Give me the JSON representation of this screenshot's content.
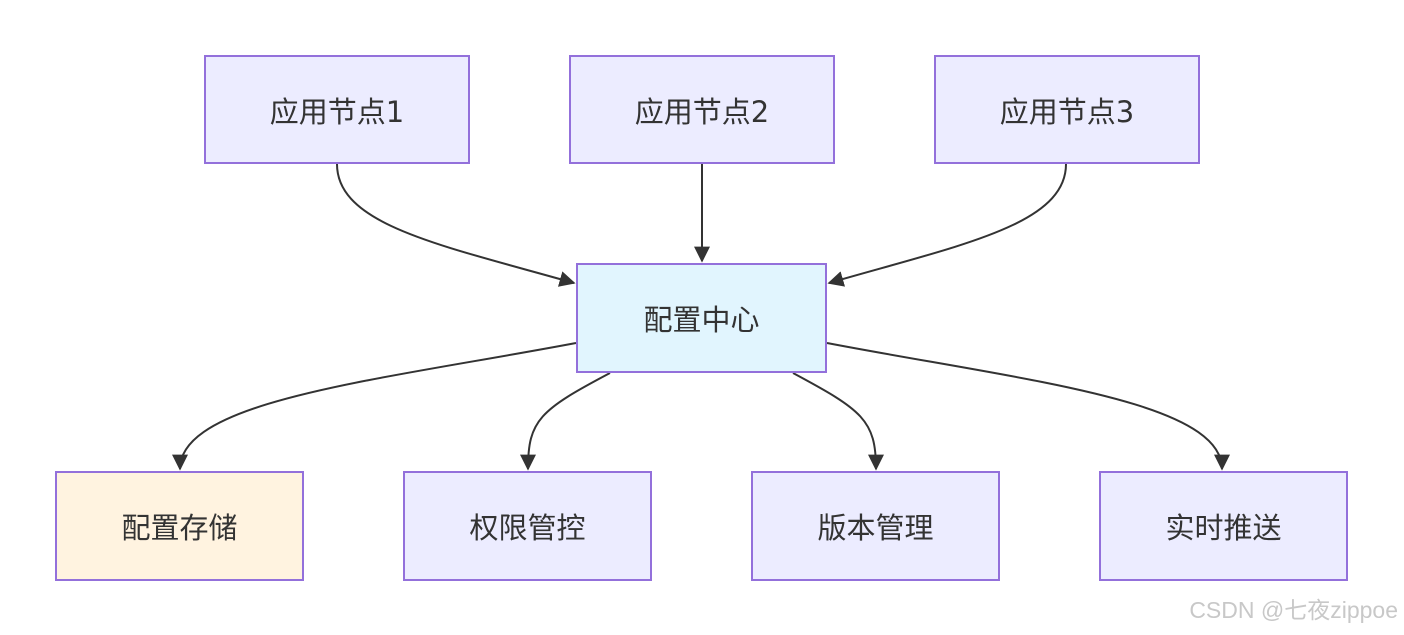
{
  "diagram": {
    "top_nodes": [
      "应用节点1",
      "应用节点2",
      "应用节点3"
    ],
    "center_node": "配置中心",
    "bottom_nodes": [
      "配置存储",
      "权限管控",
      "版本管理",
      "实时推送"
    ],
    "edges": [
      {
        "from": "应用节点1",
        "to": "配置中心"
      },
      {
        "from": "应用节点2",
        "to": "配置中心"
      },
      {
        "from": "应用节点3",
        "to": "配置中心"
      },
      {
        "from": "配置中心",
        "to": "配置存储"
      },
      {
        "from": "配置中心",
        "to": "权限管控"
      },
      {
        "from": "配置中心",
        "to": "版本管理"
      },
      {
        "from": "配置中心",
        "to": "实时推送"
      }
    ],
    "colors": {
      "node_fill": "#ececff",
      "node_border": "#9370db",
      "center_fill": "#e1f5fe",
      "storage_fill": "#fff3e0",
      "edge": "#333333",
      "text": "#333333"
    }
  },
  "watermark": "CSDN @七夜zippoe"
}
